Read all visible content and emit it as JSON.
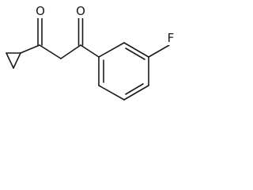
{
  "molecule": {
    "atoms": {
      "oxygen_1": "O",
      "oxygen_2": "O",
      "fluorine": "F"
    },
    "colors": {
      "bond": "#1a1a1a",
      "label": "#1a1a1a",
      "background": "#ffffff"
    }
  }
}
